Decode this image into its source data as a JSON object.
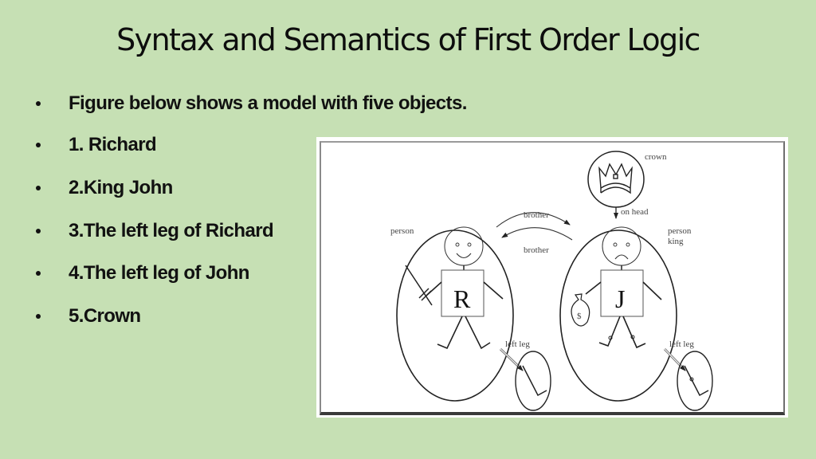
{
  "slide": {
    "title": "Syntax and Semantics of First Order Logic",
    "background_color": "#c6e0b4"
  },
  "bullets": [
    {
      "text": "Figure below shows a model with five objects."
    },
    {
      "text": "1. Richard"
    },
    {
      "text": "2.King John"
    },
    {
      "text": "3.The left leg of Richard"
    },
    {
      "text": "4.The left leg of John"
    },
    {
      "text": "5.Crown"
    }
  ],
  "figure": {
    "labels": {
      "crown": "crown",
      "on_head": "on head",
      "brother_top": "brother",
      "brother_bottom": "brother",
      "richard_type": "person",
      "john_type_1": "person",
      "john_type_2": "king",
      "richard_left_leg": "left leg",
      "john_left_leg": "left leg",
      "richard_letter": "R",
      "john_letter": "J",
      "money_symbol": "$"
    },
    "objects": [
      "Richard",
      "King John",
      "Richard's left leg",
      "John's left leg",
      "Crown"
    ],
    "relations": [
      {
        "name": "brother",
        "from": "Richard",
        "to": "King John"
      },
      {
        "name": "brother",
        "from": "King John",
        "to": "Richard"
      },
      {
        "name": "on head",
        "from": "Crown",
        "to": "King John"
      },
      {
        "name": "left leg",
        "from": "Richard",
        "to": "Richard's left leg"
      },
      {
        "name": "left leg",
        "from": "King John",
        "to": "John's left leg"
      }
    ],
    "unary": [
      {
        "object": "Richard",
        "properties": [
          "person"
        ]
      },
      {
        "object": "King John",
        "properties": [
          "person",
          "king"
        ]
      },
      {
        "object": "Crown",
        "properties": [
          "crown"
        ]
      }
    ]
  }
}
